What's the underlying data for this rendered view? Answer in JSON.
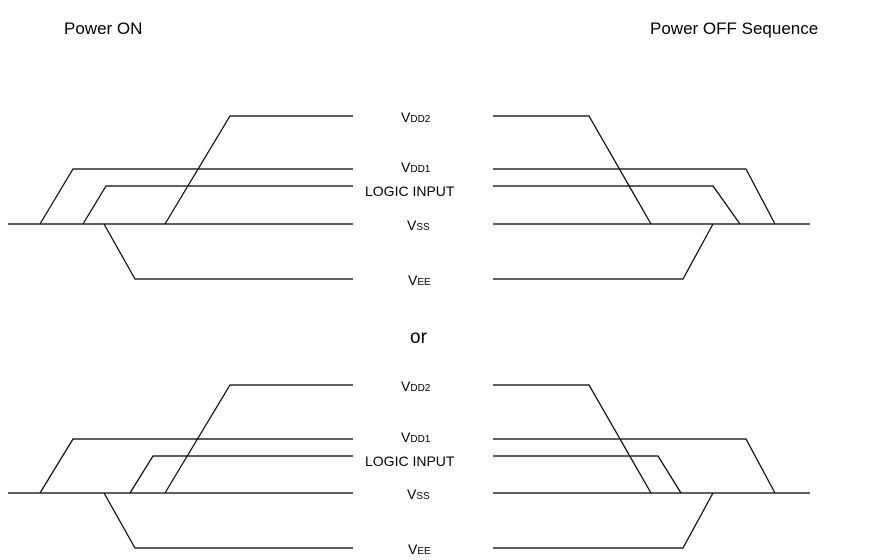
{
  "titles": {
    "power_on": "Power ON",
    "power_off": "Power OFF Sequence"
  },
  "separator": "or",
  "signal_labels": {
    "vdd2": {
      "main": "V",
      "sub": "DD2"
    },
    "vdd1": {
      "main": "V",
      "sub": "DD1"
    },
    "logic_input": "LOGIC INPUT",
    "vss": {
      "main": "V",
      "sub": "SS"
    },
    "vee": {
      "main": "V",
      "sub": "EE"
    }
  },
  "colors": {
    "trace": "#000000",
    "background": "#ffffff"
  }
}
